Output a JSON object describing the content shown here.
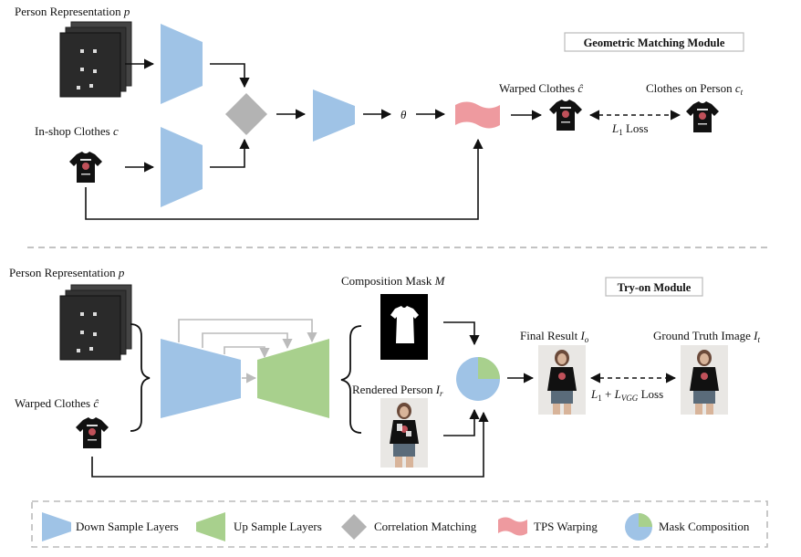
{
  "gmm": {
    "module_title": "Geometric Matching Module",
    "person_label": "Person Representation",
    "person_sym": "p",
    "clothes_label": "In-shop Clothes",
    "clothes_sym": "c",
    "theta": "θ",
    "warped_label": "Warped Clothes",
    "warped_sym": "ĉ",
    "on_person_label": "Clothes on Person",
    "on_person_sym": "c",
    "on_person_sub": "t",
    "loss_L": "L",
    "loss_sub": "1",
    "loss_word": "Loss"
  },
  "tom": {
    "module_title": "Try-on Module",
    "person_label": "Person Representation",
    "person_sym": "p",
    "warped_label": "Warped Clothes",
    "warped_sym": "ĉ",
    "mask_label": "Composition Mask",
    "mask_sym": "M",
    "rendered_label": "Rendered Person",
    "rendered_sym": "I",
    "rendered_sub": "r",
    "final_label": "Final Result",
    "final_sym": "I",
    "final_sub": "o",
    "gt_label": "Ground Truth Image",
    "gt_sym": "I",
    "gt_sub": "t",
    "loss_L1": "L",
    "loss_sub1": "1",
    "loss_plus": "+",
    "loss_L2": "L",
    "loss_sub2": "VGG",
    "loss_word": "Loss"
  },
  "legend": {
    "down": "Down Sample Layers",
    "up": "Up Sample Layers",
    "corr": "Correlation Matching",
    "tps": "TPS Warping",
    "mask": "Mask Composition"
  },
  "colors": {
    "down": "#9fc3e6",
    "up": "#a8d08d",
    "corr": "#b3b3b3",
    "tps": "#ee9a9f",
    "pie_blue": "#9fc3e6",
    "pie_green": "#a8d08d",
    "shirt": "#111111",
    "dashed": "#bbbbbb"
  }
}
